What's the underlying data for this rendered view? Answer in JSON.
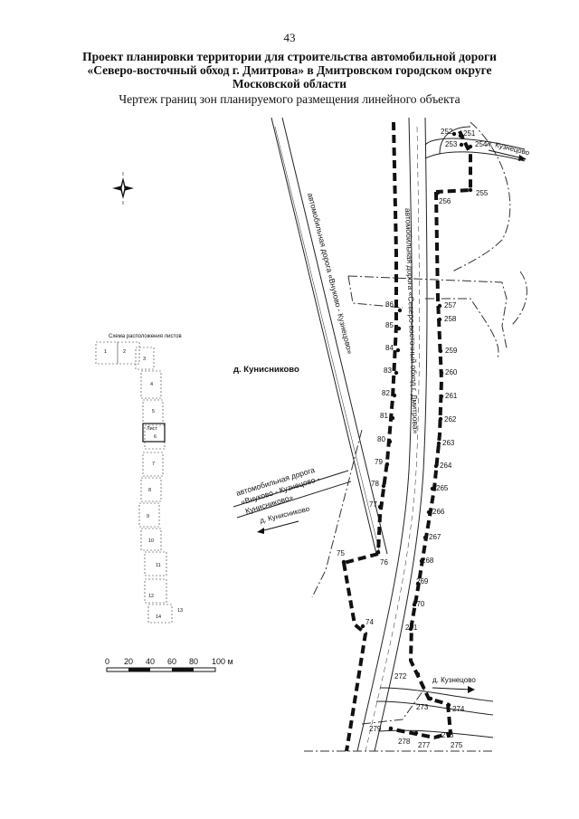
{
  "page_number": "43",
  "title_lines": [
    "Проект планировки территории для строительства автомобильной дороги",
    "«Северо-восточный обход г. Дмитрова» в Дмитровском городском округе",
    "Московской области"
  ],
  "subtitle": "Чертеж границ зон планируемого размещения линейного объекта",
  "labels": {
    "village": "д. Кунисниково",
    "road_vnukovo_north": "автомобильная дорога «Внуково - Кузнецово»",
    "road_bypass": "автомобильная дорога «Северо-восточный обход г. Дмитрова»",
    "road_side_line1": "автомобильная дорога",
    "road_side_line2": "«Внуково - Кузнецово -",
    "road_side_line3": "Кунисниково»",
    "to_kunisnikovo": "д. Кунисниково",
    "to_kuznetsovo_top": "д. Кузнецово",
    "to_kuznetsovo_bottom": "д. Кузнецово"
  },
  "sheet_scheme": {
    "title": "Схема расположения листов",
    "sheets": [
      "1",
      "2",
      "3",
      "4",
      "5",
      "6",
      "7",
      "8",
      "9",
      "10",
      "11",
      "12",
      "13",
      "14"
    ],
    "current_sheet_label": "Лист"
  },
  "scale_bar": {
    "ticks": [
      "0",
      "20",
      "40",
      "60",
      "80",
      "100 м"
    ]
  },
  "points_left": [
    "86",
    "85",
    "84",
    "83",
    "82",
    "81",
    "80",
    "79",
    "78",
    "77",
    "76",
    "75",
    "74"
  ],
  "points_right": [
    "252",
    "251",
    "253",
    "254",
    "256",
    "255",
    "257",
    "258",
    "259",
    "260",
    "261",
    "262",
    "263",
    "264",
    "265",
    "266",
    "267",
    "268",
    "269",
    "270",
    "271",
    "272",
    "273",
    "274",
    "275",
    "276",
    "277",
    "278",
    "279"
  ]
}
